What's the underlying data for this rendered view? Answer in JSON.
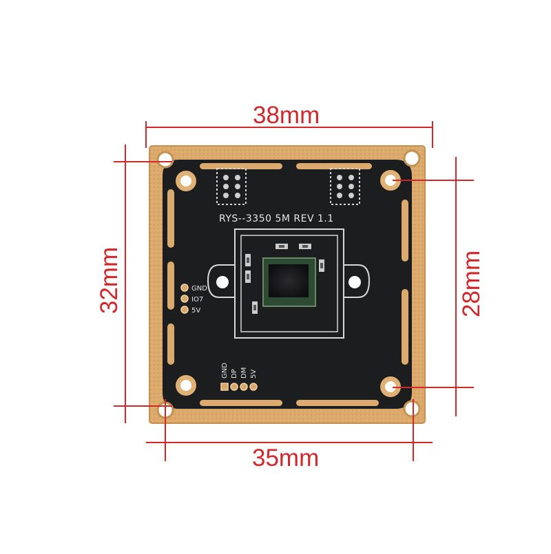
{
  "dimensions": {
    "top_width": "38mm",
    "bottom_width": "35mm",
    "left_height": "32mm",
    "right_height": "28mm"
  },
  "board": {
    "model_text": "RYS--3350 5M REV 1.1",
    "left_pads": [
      "GND",
      "IO7",
      "5V"
    ],
    "bottom_pads": [
      "GND",
      "DP",
      "DM",
      "5V"
    ]
  },
  "colors": {
    "dimension_red": "#d1272b",
    "pcb_black": "#1c1d1f",
    "copper_frame": "#d9a86a",
    "silkscreen": "#e6e6e6",
    "sensor_green": "#2d4a32"
  }
}
